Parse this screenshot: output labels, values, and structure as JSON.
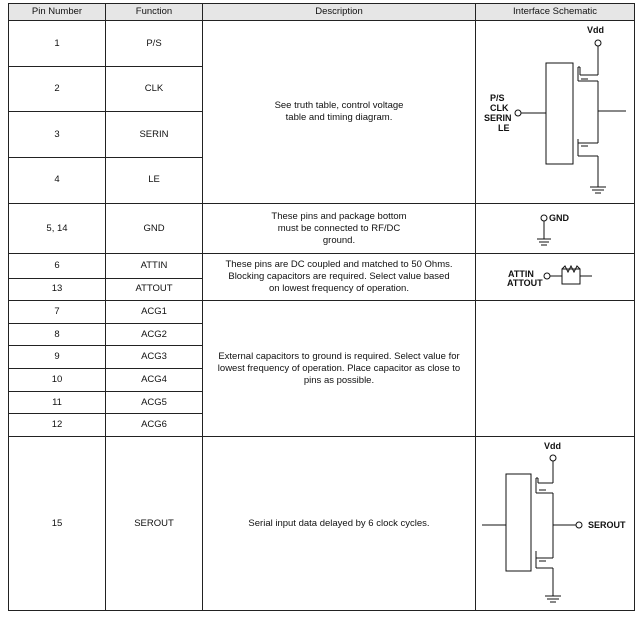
{
  "headers": {
    "pin_number": "Pin Number",
    "function": "Function",
    "description": "Description",
    "interface_schematic": "Interface Schematic"
  },
  "rows": [
    {
      "pin": "1",
      "func": "P/S"
    },
    {
      "pin": "2",
      "func": "CLK"
    },
    {
      "pin": "3",
      "func": "SERIN"
    },
    {
      "pin": "4",
      "func": "LE"
    },
    {
      "pin": "5, 14",
      "func": "GND"
    },
    {
      "pin": "6",
      "func": "ATTIN"
    },
    {
      "pin": "13",
      "func": "ATTOUT"
    },
    {
      "pin": "7",
      "func": "ACG1"
    },
    {
      "pin": "8",
      "func": "ACG2"
    },
    {
      "pin": "9",
      "func": "ACG3"
    },
    {
      "pin": "10",
      "func": "ACG4"
    },
    {
      "pin": "11",
      "func": "ACG5"
    },
    {
      "pin": "12",
      "func": "ACG6"
    },
    {
      "pin": "15",
      "func": "SEROUT"
    }
  ],
  "descriptions": {
    "control": "See truth table, control voltage table and timing diagram.",
    "ground": "These pins and package bottom must be connected to RF/DC ground.",
    "attn": "These pins are DC coupled and matched to 50 Ohms. Blocking capacitors are required. Select value based on lowest frequency of operation.",
    "acg": "External capacitors to ground is required. Select value for lowest frequency of operation. Place capacitor as close to pins as possible.",
    "serout": "Serial input data delayed by 6 clock cycles."
  },
  "schematic_labels": {
    "vdd": "Vdd",
    "ps": "P/S",
    "clk": "CLK",
    "serin": "SERIN",
    "le": "LE",
    "gnd": "GND",
    "attin": "ATTIN",
    "attout": "ATTOUT",
    "vdd2": "Vdd",
    "serout": "SEROUT"
  }
}
